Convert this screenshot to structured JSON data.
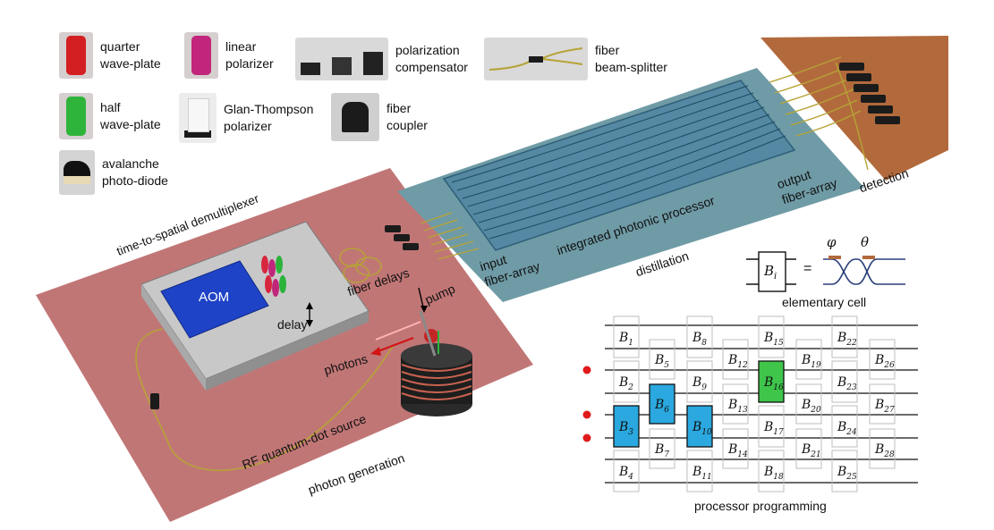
{
  "legend": {
    "quarter_wave_plate": "quarter\nwave-plate",
    "linear_polarizer": "linear\npolarizer",
    "polarization_compensator": "polarization\ncompensator",
    "fiber_beam_splitter": "fiber\nbeam-splitter",
    "half_wave_plate": "half\nwave-plate",
    "glan_thompson": "Glan-Thompson\npolarizer",
    "fiber_coupler": "fiber\ncoupler",
    "avalanche_photodiode": "avalanche\nphoto-diode"
  },
  "setup": {
    "demux": "time-to-spatial demultiplexer",
    "aom": "AOM",
    "fiber_delays": "fiber delays",
    "delay": "delay",
    "pump": "pump",
    "photons": "photons",
    "source": "RF quantum-dot source",
    "photon_generation": "photon generation",
    "input_array": "input\nfiber-array",
    "processor": "integrated photonic processor",
    "output_array": "output\nfiber-array",
    "distillation": "distillation",
    "detection": "detection"
  },
  "cell": {
    "symbol": "B",
    "subscript": "i",
    "equals": "=",
    "phi": "φ",
    "theta": "θ",
    "caption": "elementary cell"
  },
  "programming": {
    "caption": "processor programming",
    "letter": "B",
    "cells": [
      "1",
      "2",
      "3",
      "4",
      "5",
      "6",
      "7",
      "8",
      "9",
      "10",
      "11",
      "12",
      "13",
      "14",
      "15",
      "16",
      "17",
      "18",
      "19",
      "20",
      "21",
      "22",
      "23",
      "24",
      "25",
      "26",
      "27",
      "28"
    ],
    "active_blue": [
      "3",
      "6",
      "10"
    ],
    "active_green": [
      "16"
    ],
    "input_modes": [
      3,
      5,
      6
    ],
    "colors": {
      "blue": "#2aa8df",
      "green": "#3ec54a",
      "input_dot": "#e01b1b"
    }
  }
}
